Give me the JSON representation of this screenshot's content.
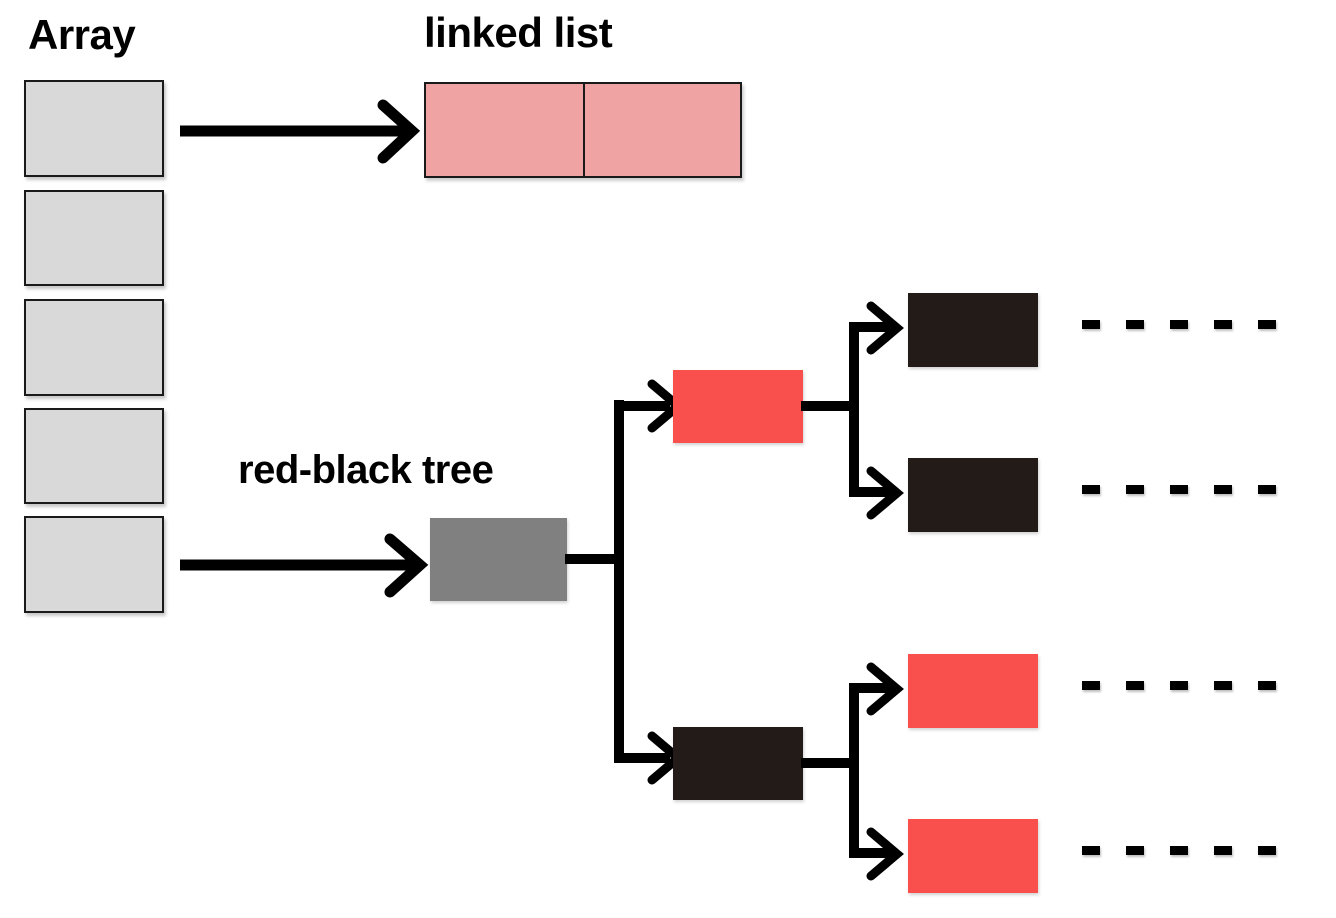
{
  "diagram": {
    "title_labels": {
      "array": "Array",
      "linked_list": "linked list",
      "red_black_tree": "red-black tree"
    },
    "colors": {
      "array_cell_fill": "#d9d9d9",
      "array_cell_border": "#1a1a1a",
      "linked_list_fill": "#f0a3a3",
      "tree_root_gray": "#808080",
      "tree_red_node": "#f9504e",
      "tree_black_node": "#231b18",
      "line": "#000000",
      "background": "#ffffff"
    },
    "array": {
      "name": "Array",
      "cell_count": 5,
      "cells": [
        {
          "index": 0,
          "label": ""
        },
        {
          "index": 1,
          "label": ""
        },
        {
          "index": 2,
          "label": ""
        },
        {
          "index": 3,
          "label": ""
        },
        {
          "index": 4,
          "label": ""
        }
      ]
    },
    "linked_list": {
      "name": "linked list",
      "node_count": 1,
      "compartments": 2,
      "from_array_cell_index": 0
    },
    "red_black_tree": {
      "name": "red-black tree",
      "from_array_cell_index": 4,
      "nodes": [
        {
          "id": "root",
          "color": "gray",
          "level": 0,
          "label": ""
        },
        {
          "id": "left",
          "color": "red",
          "level": 1,
          "label": ""
        },
        {
          "id": "right",
          "color": "black",
          "level": 1,
          "label": ""
        },
        {
          "id": "ll",
          "color": "black",
          "level": 2,
          "label": "",
          "continues": true
        },
        {
          "id": "lr",
          "color": "black",
          "level": 2,
          "label": "",
          "continues": true
        },
        {
          "id": "rl",
          "color": "red",
          "level": 2,
          "label": "",
          "continues": true
        },
        {
          "id": "rr",
          "color": "red",
          "level": 2,
          "label": "",
          "continues": true
        }
      ],
      "edges": [
        {
          "from": "root",
          "to": "left"
        },
        {
          "from": "root",
          "to": "right"
        },
        {
          "from": "left",
          "to": "ll"
        },
        {
          "from": "left",
          "to": "lr"
        },
        {
          "from": "right",
          "to": "rl"
        },
        {
          "from": "right",
          "to": "rr"
        }
      ],
      "continuation_marker": "dashed-line",
      "continuation_count": 4
    }
  }
}
